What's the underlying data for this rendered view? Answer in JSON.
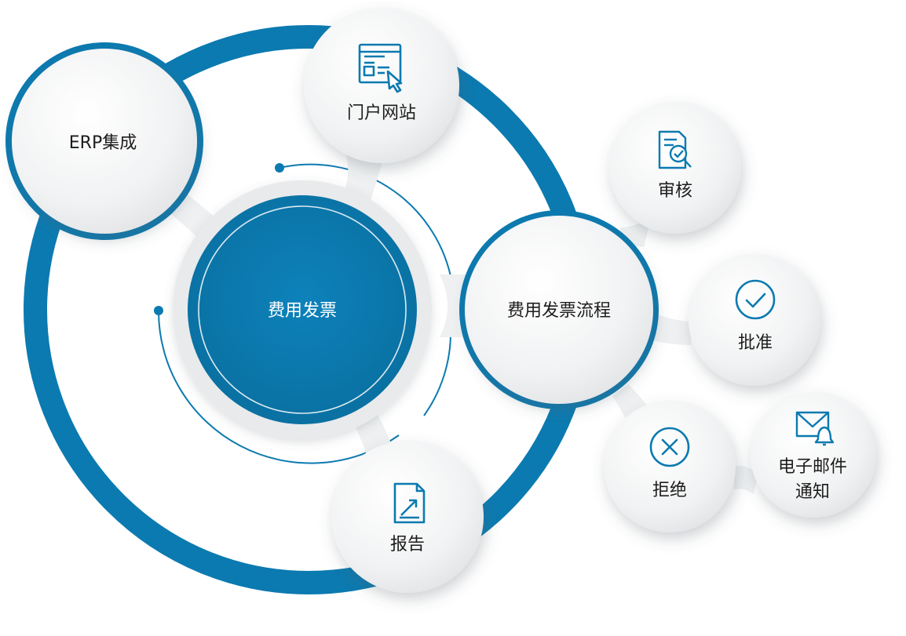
{
  "diagram": {
    "center": {
      "label": "费用发票"
    },
    "process": {
      "label": "费用发票流程"
    },
    "satellites": {
      "erp": {
        "label": "ERP集成"
      },
      "portal": {
        "label": "门户网站",
        "icon": "web-page-cursor-icon"
      },
      "report": {
        "label": "报告",
        "icon": "chart-document-icon"
      }
    },
    "outcomes": {
      "review": {
        "label": "审核",
        "icon": "document-search-icon"
      },
      "approve": {
        "label": "批准",
        "icon": "check-circle-icon"
      },
      "reject": {
        "label": "拒绝",
        "icon": "x-circle-icon"
      },
      "email": {
        "label_line1": "电子邮件",
        "label_line2": "通知",
        "icon": "mail-bell-icon"
      }
    }
  },
  "colors": {
    "brand_blue": "#0b7ab0",
    "bubble_fill": "#f2f3f4",
    "text": "#1d1d1d"
  }
}
